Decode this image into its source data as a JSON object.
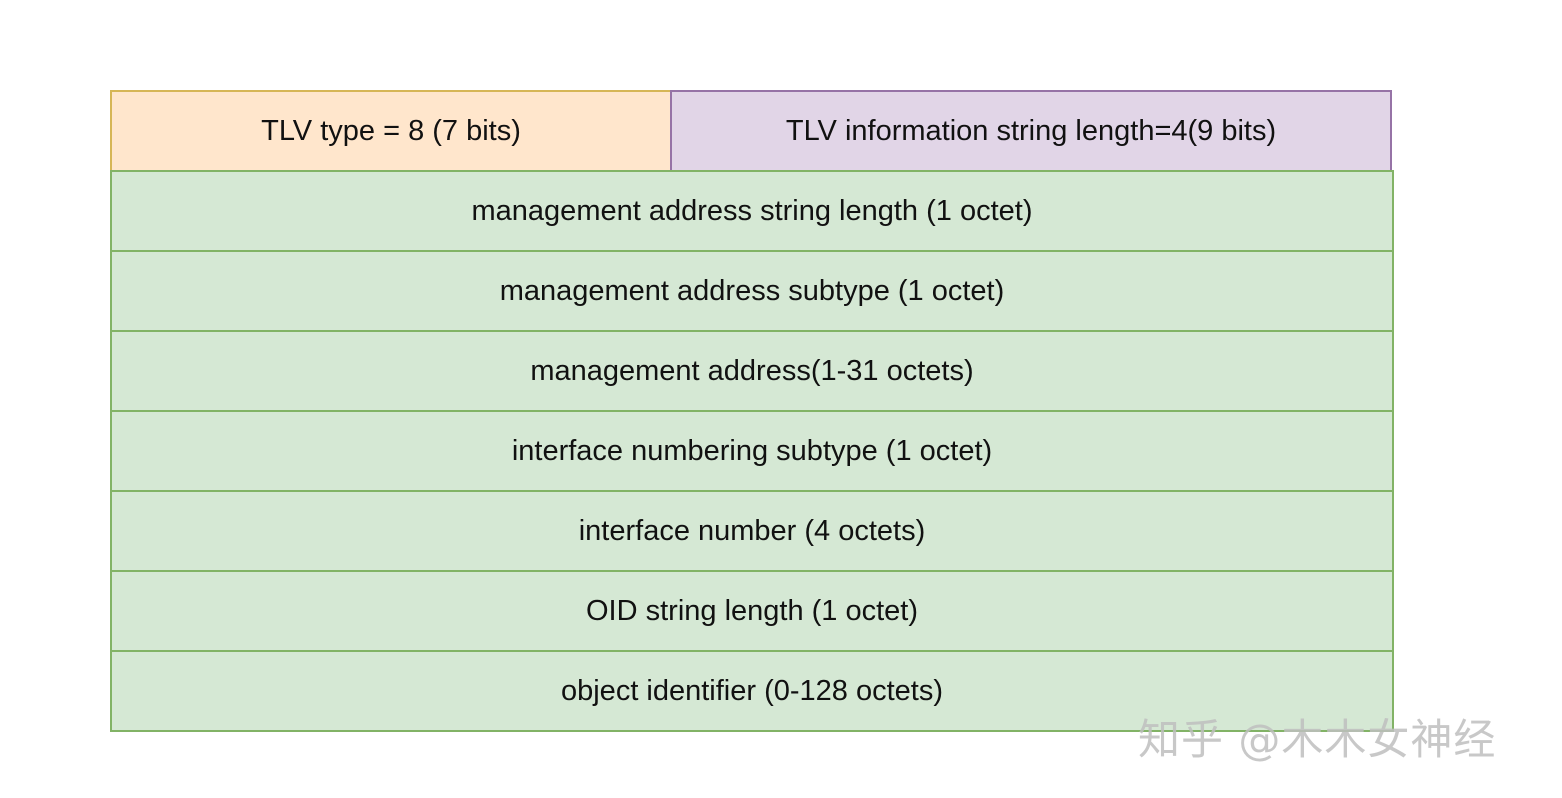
{
  "header_fields": {
    "tlv_type": "TLV type = 8 (7 bits)",
    "tlv_info_length": "TLV information string length=4(9 bits)"
  },
  "fields": [
    "management address string length (1 octet)",
    "management address subtype (1 octet)",
    "management address(1-31 octets)",
    "interface numbering subtype (1 octet)",
    "interface number (4 octets)",
    "OID string length (1 octet)",
    "object identifier (0-128 octets)"
  ],
  "colors": {
    "type_fill": "#ffe6cc",
    "type_stroke": "#d6b656",
    "length_fill": "#e1d5e7",
    "length_stroke": "#9673a6",
    "field_fill": "#d5e8d4",
    "field_stroke": "#82b366"
  },
  "watermark": "知乎 @木木女神经"
}
